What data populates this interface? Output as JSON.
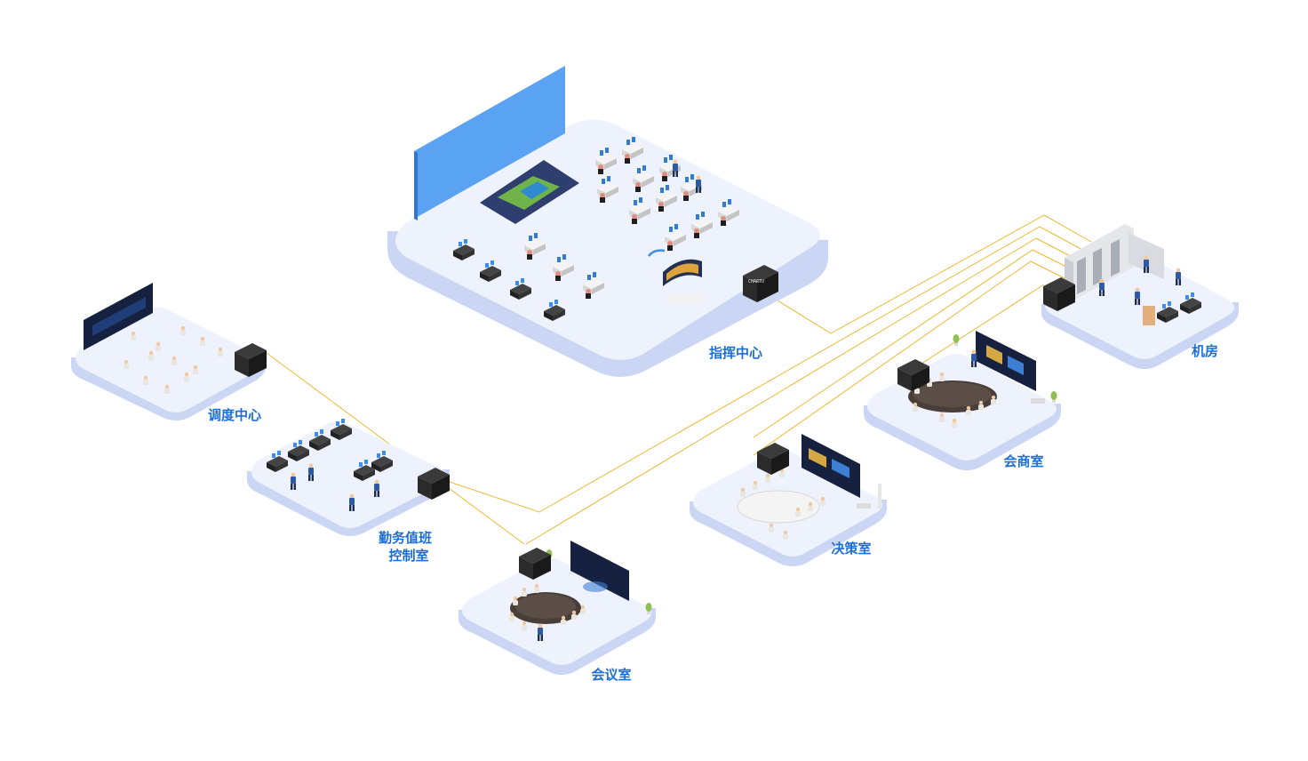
{
  "colors": {
    "platform_top": "#eef2fd",
    "platform_side": "#cbd6f4",
    "link_line": "#f0b834",
    "label": "#1d6fd8",
    "wall_screen": "#5aa2f2",
    "dark_screen": "#15213f",
    "device_box": "#2b2b2b"
  },
  "device_brand": "CHARTU",
  "rooms": {
    "command_center": {
      "label": "指挥中心"
    },
    "dispatch_center": {
      "label": "调度中心"
    },
    "duty_control_room": {
      "label_line1": "勤务值班",
      "label_line2": "控制室"
    },
    "meeting_room": {
      "label": "会议室"
    },
    "decision_room": {
      "label": "决策室"
    },
    "consultation_room": {
      "label": "会商室"
    },
    "machine_room": {
      "label": "机房"
    }
  }
}
